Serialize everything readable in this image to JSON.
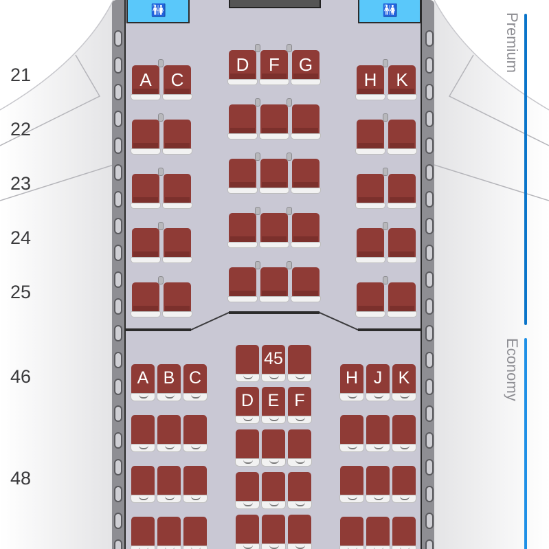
{
  "sections": [
    {
      "label": "Premium",
      "color": "#0a74c9"
    },
    {
      "label": "Economy",
      "color": "#1e8fe6"
    }
  ],
  "lavatory": {
    "icon": "restroom-icon",
    "glyph": "🚻"
  },
  "premium": {
    "rows": [
      "21",
      "22",
      "23",
      "24",
      "25"
    ],
    "seat_letters": {
      "left": [
        "A",
        "C"
      ],
      "center": [
        "D",
        "F",
        "G"
      ],
      "right": [
        "H",
        "K"
      ]
    }
  },
  "economy": {
    "row_labels": [
      "46",
      "48"
    ],
    "center_row_label": "45",
    "seat_letters": {
      "left": [
        "A",
        "B",
        "C"
      ],
      "center": [
        "D",
        "E",
        "F"
      ],
      "right": [
        "H",
        "J",
        "K"
      ]
    }
  },
  "colors": {
    "seat": "#8f3b36",
    "lavatory": "#5ac8fa",
    "cabin_floor": "#c9c8d4"
  }
}
